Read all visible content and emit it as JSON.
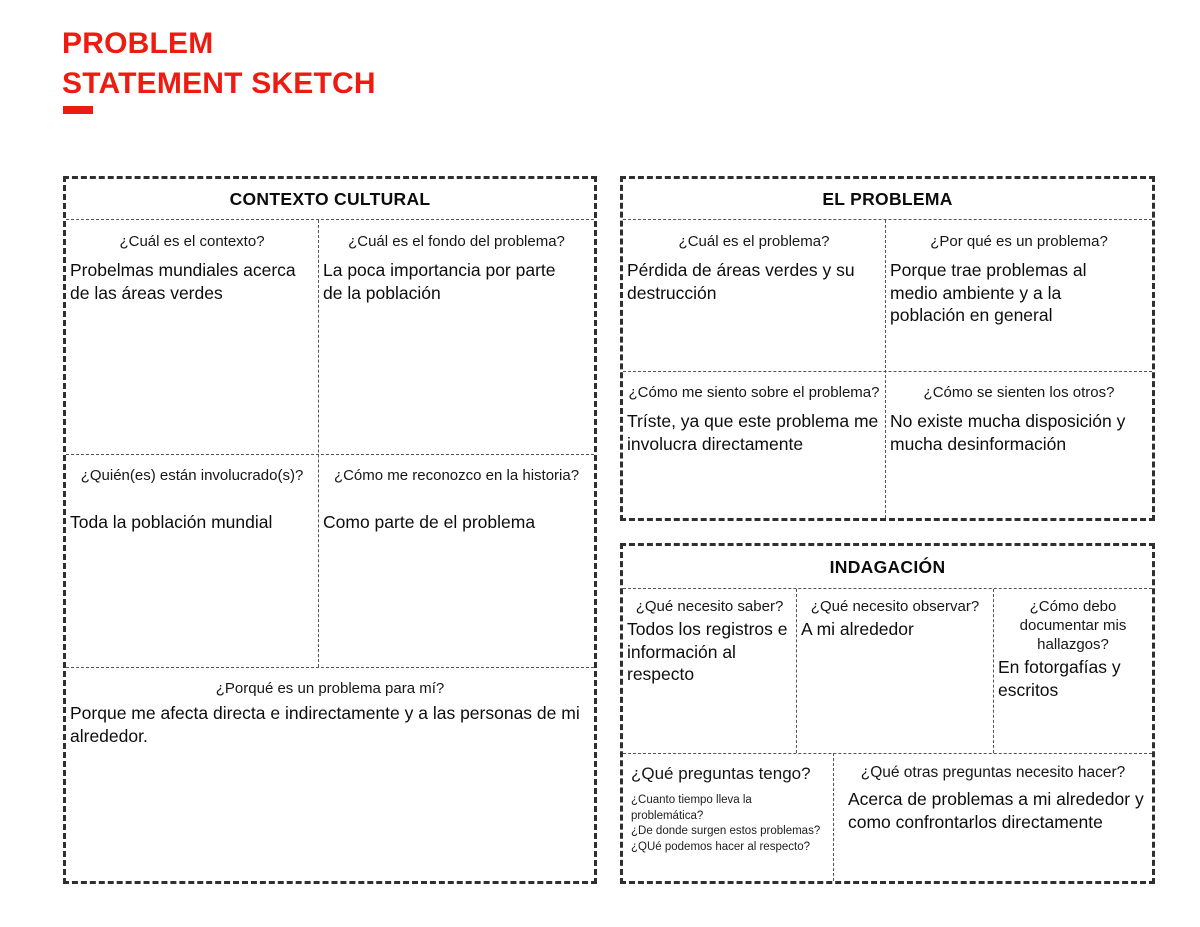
{
  "colors": {
    "accent": "#ED1B10",
    "border": "#2F2F2F",
    "ink": "#111111"
  },
  "title": {
    "line1": "PROBLEM",
    "line2": "STATEMENT SKETCH"
  },
  "panels": {
    "contexto_cultural": {
      "header": "CONTEXTO CULTURAL",
      "cells": {
        "contexto": {
          "question": "¿Cuál es el contexto?",
          "answer": "Probelmas mundiales acerca de las áreas verdes"
        },
        "fondo": {
          "question": "¿Cuál es el fondo del problema?",
          "answer": "La poca importancia por parte de la población"
        },
        "involucrados": {
          "question": "¿Quién(es) están involucrado(s)?",
          "answer": "Toda la población mundial"
        },
        "historia": {
          "question": "¿Cómo me reconozco en la historia?",
          "answer": "Como parte de el problema"
        },
        "problema_para_mi": {
          "question": "¿Porqué es un problema para mí?",
          "answer": "Porque me afecta directa e indirectamente y a las personas de mi alrededor."
        }
      }
    },
    "el_problema": {
      "header": "EL PROBLEMA",
      "cells": {
        "cual_es": {
          "question": "¿Cuál es el problema?",
          "answer": "Pérdida de áreas verdes y su destrucción"
        },
        "por_que": {
          "question": "¿Por qué es un problema?",
          "answer": "Porque trae problemas al medio ambiente y a la población en general"
        },
        "como_me_siento": {
          "question": "¿Cómo me siento sobre el problema?",
          "answer": "Tríste, ya que este problema me involucra directamente"
        },
        "como_se_sienten": {
          "question": "¿Cómo se sienten los otros?",
          "answer": "No existe mucha disposición y mucha desinformación"
        }
      }
    },
    "indagacion": {
      "header": "INDAGACIÓN",
      "cells": {
        "saber": {
          "question": "¿Qué necesito saber?",
          "answer": "Todos los registros e información al respecto"
        },
        "observar": {
          "question": "¿Qué necesito observar?",
          "answer": "A mi alrededor"
        },
        "documentar": {
          "question": "¿Cómo debo documentar mis hallazgos?",
          "answer": "En fotorgafías y escritos"
        },
        "preguntas": {
          "question": "¿Qué preguntas tengo?",
          "answer_lines": [
            "¿Cuanto tiempo lleva la",
            "problemática?",
            "¿De donde surgen estos problemas?",
            "¿QUé podemos hacer al respecto?"
          ]
        },
        "otras_preguntas": {
          "question": "¿Qué otras preguntas necesito hacer?",
          "answer": "Acerca de problemas a mi alrededor y como confrontarlos directamente"
        }
      }
    }
  }
}
